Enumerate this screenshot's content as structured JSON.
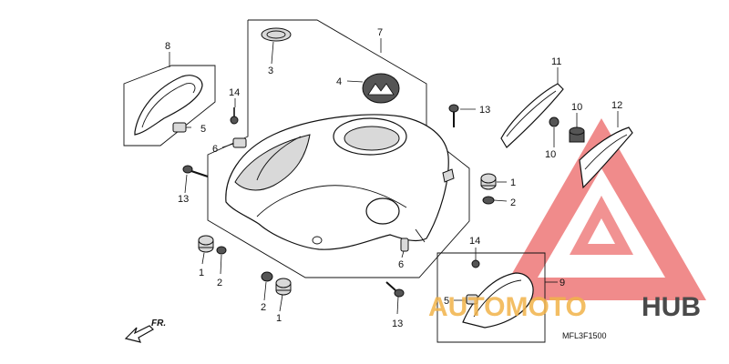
{
  "diagram_code": "MFL3F1500",
  "front_arrow_label": "FR.",
  "watermark": {
    "brand_left": "AUTOMOTO",
    "brand_right": "HUB",
    "color_red": "#e84a4a",
    "color_orange": "#f2b34a",
    "color_gray": "#4a4a4a"
  },
  "callouts": [
    {
      "id": "c8",
      "text": "8"
    },
    {
      "id": "c14a",
      "text": "14"
    },
    {
      "id": "c5a",
      "text": "5"
    },
    {
      "id": "c6a",
      "text": "6"
    },
    {
      "id": "c13a",
      "text": "13"
    },
    {
      "id": "c3",
      "text": "3"
    },
    {
      "id": "c7",
      "text": "7"
    },
    {
      "id": "c4",
      "text": "4"
    },
    {
      "id": "c13b",
      "text": "13"
    },
    {
      "id": "c11",
      "text": "11"
    },
    {
      "id": "c10a",
      "text": "10"
    },
    {
      "id": "c10b",
      "text": "10"
    },
    {
      "id": "c12",
      "text": "12"
    },
    {
      "id": "c1a",
      "text": "1"
    },
    {
      "id": "c2a",
      "text": "2"
    },
    {
      "id": "c1b",
      "text": "1"
    },
    {
      "id": "c2b",
      "text": "2"
    },
    {
      "id": "c2c",
      "text": "2"
    },
    {
      "id": "c1c",
      "text": "1"
    },
    {
      "id": "c6b",
      "text": "6"
    },
    {
      "id": "c14b",
      "text": "14"
    },
    {
      "id": "c9",
      "text": "9"
    },
    {
      "id": "c5b",
      "text": "5"
    },
    {
      "id": "c13c",
      "text": "13"
    }
  ]
}
